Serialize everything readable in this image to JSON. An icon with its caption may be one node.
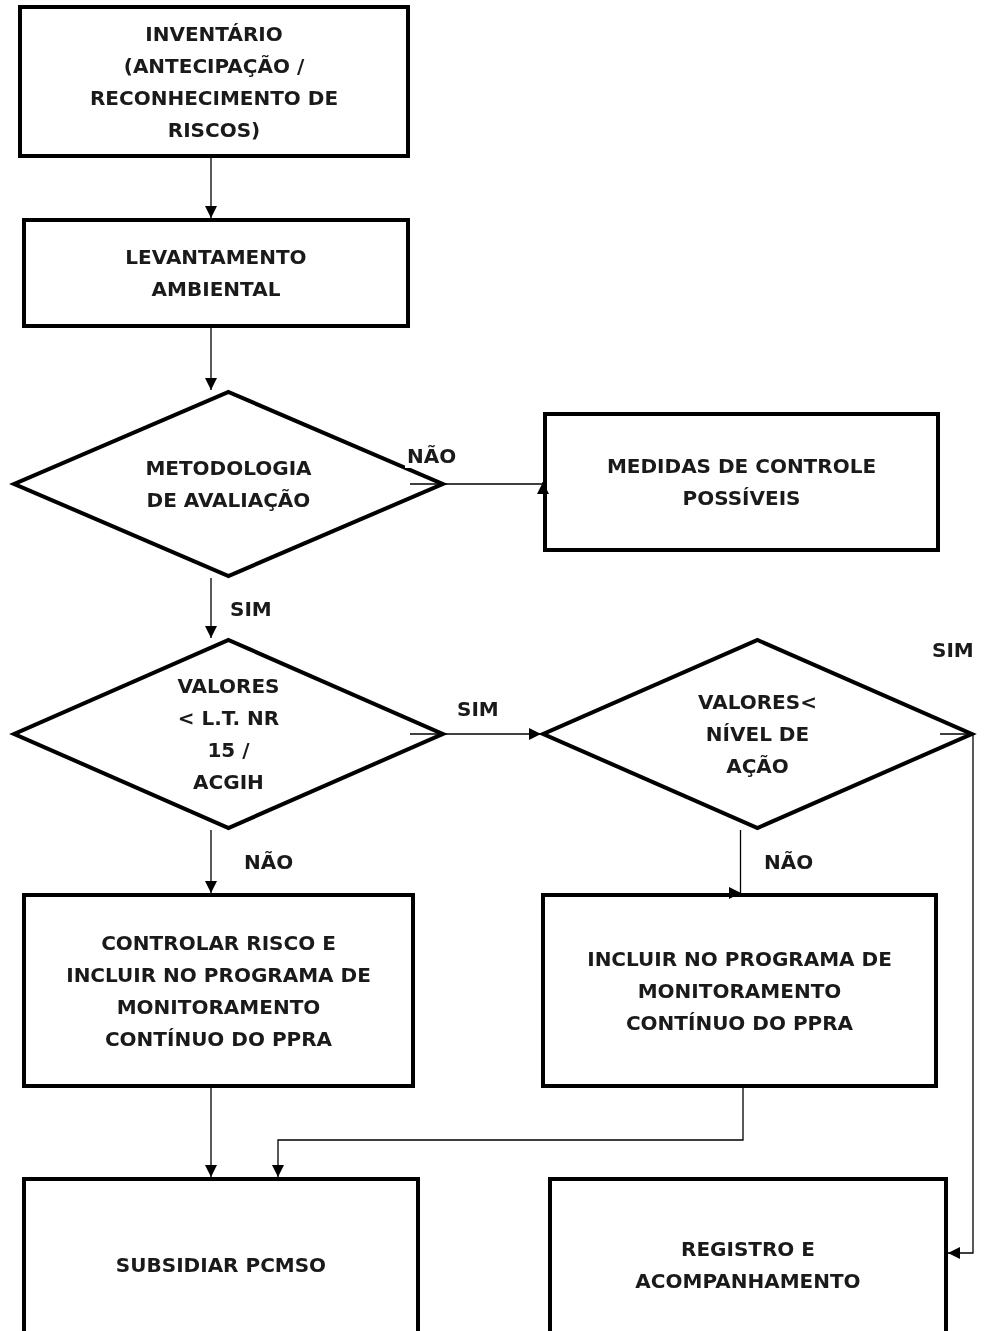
{
  "diagram": {
    "nodes": [
      {
        "text": [
          "INVENTÁRIO (ANTECIPAÇÃO / RECONHECIMENTO DE RISCOS)"
        ]
      },
      {
        "text": [
          "LEVANTAMENTO AMBIENTAL"
        ]
      },
      {
        "text": [
          "METODOLOGIA DE AVALIAÇÃO"
        ]
      },
      {
        "text": [
          "MEDIDAS DE CONTROLE POSSÍVEIS"
        ]
      },
      {
        "text": [
          "VALORES < L.T. NR 15 / ACGIH"
        ]
      },
      {
        "text": [
          "VALORES< NÍVEL DE AÇÃO"
        ]
      },
      {
        "text": [
          "CONTROLAR RISCO E INCLUIR NO PROGRAMA DE MONITORAMENTO CONTÍNUO DO PPRA"
        ]
      },
      {
        "text": [
          "INCLUIR NO PROGRAMA DE MONITORAMENTO CONTÍNUO DO PPRA"
        ]
      },
      {
        "text": [
          "SUBSIDIAR PCMSO"
        ]
      },
      {
        "text": [
          "REGISTRO E ACOMPANHAMENTO"
        ]
      }
    ],
    "edges": [
      {
        "from": 0,
        "to": 1,
        "arrow": "to"
      },
      {
        "from": 1,
        "to": 2,
        "arrow": "to"
      },
      {
        "from": 2,
        "to": 3,
        "arrow": "to",
        "label": "NÃO"
      },
      {
        "from": 2,
        "to": 4,
        "arrow": "to",
        "label": "SIM"
      },
      {
        "from": 4,
        "to": 5,
        "arrow": "to",
        "label": "SIM"
      },
      {
        "from": 5,
        "to": 9,
        "arrow": "to",
        "label": "SIM"
      },
      {
        "from": 4,
        "to": 6,
        "arrow": "to",
        "label": "NÃO"
      },
      {
        "from": 5,
        "to": 7,
        "arrow": "to",
        "label": "NÃO"
      },
      {
        "from": 6,
        "to": 8,
        "arrow": "to"
      },
      {
        "from": 7,
        "to": 8,
        "arrow": "to"
      }
    ]
  }
}
